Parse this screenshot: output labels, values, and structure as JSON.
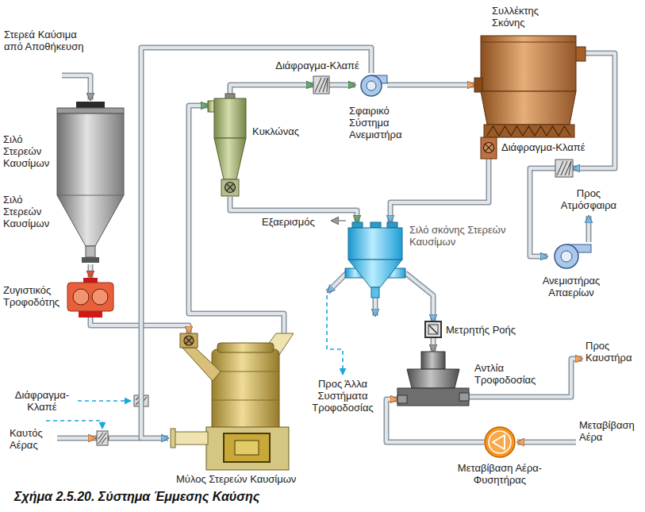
{
  "diagram": {
    "caption": "Σχήμα 2.5.20. Σύστημα Έμμεσης Καύσης",
    "nodes": [
      {
        "text": [
          "Σιλό Στερεών Καυσίμων",
          "Σιλό Στερεών Καυσίμων"
        ]
      },
      {
        "text": [
          "Ζυγιστικός Τροφοδότης"
        ]
      },
      {
        "text": [
          "Κυκλώνας"
        ]
      },
      {
        "text": [
          "Διάφραγμα-Κλαπέ"
        ]
      },
      {
        "text": [
          "Σφαιρικό Σύστημα Ανεμιστήρα"
        ]
      },
      {
        "text": [
          "Συλλέκτης Σκόνης"
        ]
      },
      {
        "text": [
          "Διάφραγμα-Κλαπέ"
        ]
      },
      {
        "text": [
          "Ανεμιστήρας Απαερίων"
        ]
      },
      {
        "text": [
          "Σιλό σκόνης Στερεών Καυσίμων"
        ]
      },
      {
        "text": [
          "Μύλος Στερεών Καυσίμων"
        ]
      },
      {
        "text": [
          "Μετρητής Ροής"
        ]
      },
      {
        "text": [
          "Αντλία Τροφοδοσίας"
        ]
      },
      {
        "text": [
          "Μεταβίβαση Αέρα-Φυσητήρας"
        ]
      }
    ],
    "edges": [
      {
        "from": 0,
        "to": 1,
        "arrow": "to"
      },
      {
        "from": 1,
        "to": 9,
        "arrow": "to"
      },
      {
        "from": 9,
        "to": 2,
        "arrow": "to"
      },
      {
        "from": 2,
        "to": 3,
        "arrow": "to"
      },
      {
        "from": 3,
        "to": 4,
        "arrow": "to"
      },
      {
        "from": 4,
        "to": 5,
        "arrow": "to"
      },
      {
        "from": 5,
        "to": 6,
        "arrow": "to"
      },
      {
        "from": 6,
        "to": 7,
        "arrow": "to"
      },
      {
        "from": 5,
        "to": 8,
        "arrow": "to"
      },
      {
        "from": 2,
        "to": 8,
        "arrow": "to"
      },
      {
        "from": 8,
        "to": 10,
        "arrow": "to"
      },
      {
        "from": 10,
        "to": 11,
        "arrow": "to"
      },
      {
        "from": 12,
        "to": 11,
        "arrow": "to"
      },
      {
        "from": 4,
        "to": 9,
        "arrow": "to"
      }
    ],
    "labels": [
      "Στερεά Καύσιμα από Αποθήκευση",
      "Εξαερισμός",
      "Προς Ατμόσφαιρα",
      "Διάφραγμα-Κλαπέ",
      "Καυτός Αέρας",
      "Προς Άλλα Συστήματα Τροφοδοσίας",
      "Προς Καυστήρα",
      "Μεταβίβαση Αέρα"
    ]
  }
}
